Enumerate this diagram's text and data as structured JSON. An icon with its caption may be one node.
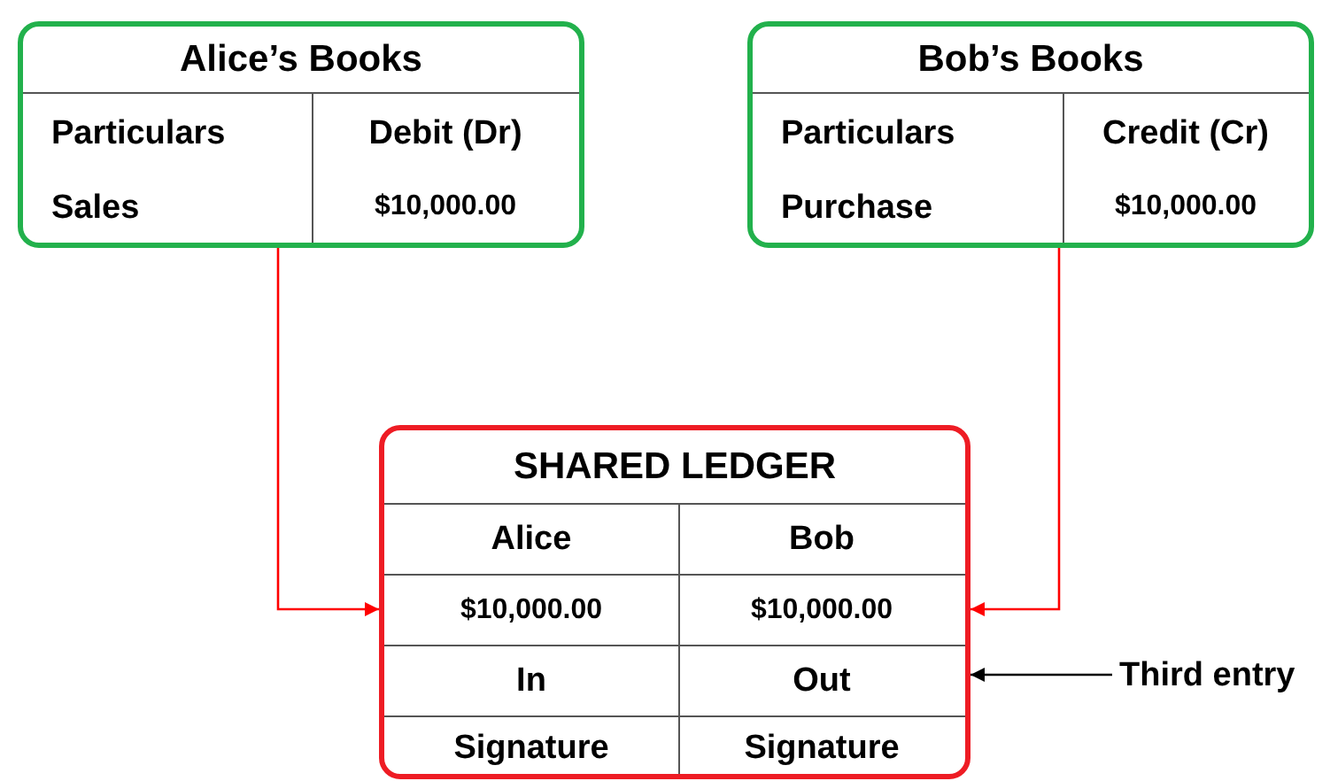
{
  "diagram": {
    "nodes": [
      {
        "text": [
          "Alice’s Books",
          "Particulars",
          "Debit (Dr)",
          "Sales",
          "$10,000.00"
        ]
      },
      {
        "text": [
          "Bob’s Books",
          "Particulars",
          "Credit (Cr)",
          "Purchase",
          "$10,000.00"
        ]
      },
      {
        "text": [
          "SHARED LEDGER",
          "Alice",
          "Bob",
          "$10,000.00",
          "$10,000.00",
          "In",
          "Out",
          "Signature",
          "Signature"
        ]
      },
      {
        "text": [
          "Third entry"
        ]
      }
    ],
    "edges": [
      {
        "from": 0,
        "to": 2,
        "arrow": "to",
        "color": "#ff0000"
      },
      {
        "from": 1,
        "to": 2,
        "arrow": "to",
        "color": "#ff0000"
      },
      {
        "from": 3,
        "to": 2,
        "arrow": "to",
        "color": "#000000"
      }
    ]
  }
}
